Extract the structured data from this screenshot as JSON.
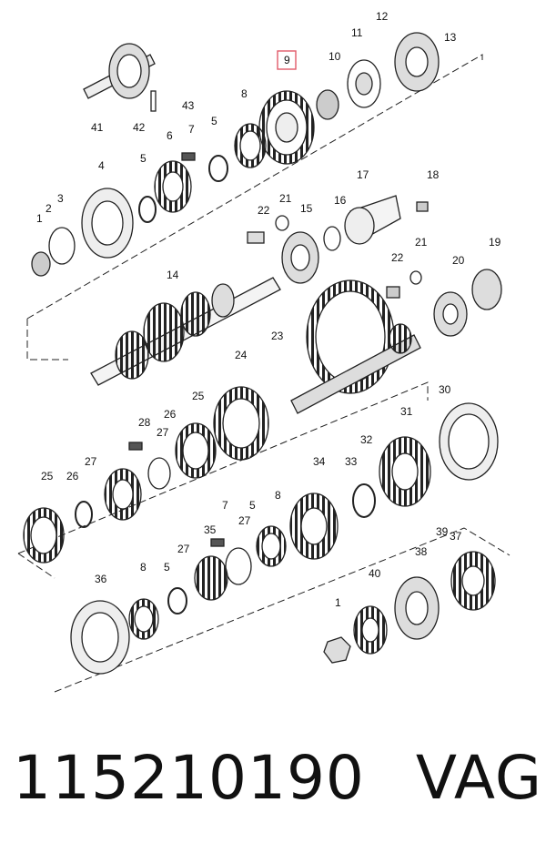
{
  "diagram": {
    "callouts": [
      "12",
      "11",
      "13",
      "9",
      "10",
      "41",
      "42",
      "43",
      "8",
      "7",
      "5",
      "6",
      "4",
      "5",
      "2",
      "3",
      "1",
      "22",
      "21",
      "15",
      "16",
      "17",
      "18",
      "14",
      "22",
      "21",
      "20",
      "19",
      "23",
      "24",
      "25",
      "26",
      "28",
      "27",
      "30",
      "31",
      "32",
      "33",
      "34",
      "25",
      "26",
      "27",
      "7",
      "5",
      "35",
      "27",
      "8",
      "36",
      "8",
      "5",
      "27",
      "39",
      "37",
      "38",
      "40",
      "1"
    ],
    "highlighted_part": "9",
    "highlight_color": "#e05a6a"
  },
  "caption": {
    "part_number": "115210190",
    "brand": "VAG"
  }
}
